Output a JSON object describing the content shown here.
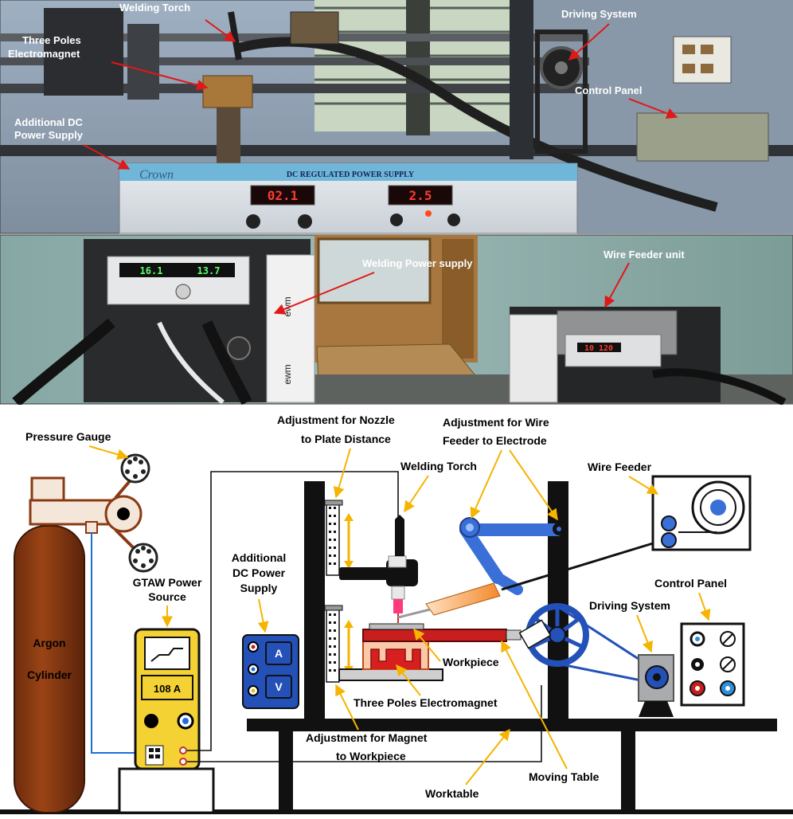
{
  "photo_top": {
    "labels": {
      "welding_torch": "Welding Torch",
      "three_poles_1": "Three Poles",
      "three_poles_2": "Electromagnet",
      "driving_system": "Driving System",
      "control_panel": "Control Panel",
      "dc_supply_1": "Additional DC",
      "dc_supply_2": "Power Supply"
    },
    "psu_brand": "Crown",
    "psu_title": "DC REGULATED POWER SUPPLY",
    "display_left": "02.1",
    "display_right": "2.5"
  },
  "photo_bottom": {
    "labels": {
      "welding_power_supply": "Welding Power supply",
      "wire_feeder_unit": "Wire Feeder unit"
    },
    "machine_display_a": "16.1",
    "machine_display_b": "13.7",
    "brand_vertical": "ewm",
    "feeder_display": "10 120"
  },
  "diagram": {
    "labels": {
      "pressure_gauge": "Pressure Gauge",
      "argon_1": "Argon",
      "argon_2": "Cylinder",
      "gtaw_1": "GTAW Power",
      "gtaw_2": "Source",
      "current_readout": "108 A",
      "add_dc_1": "Additional",
      "add_dc_2": "DC Power",
      "add_dc_3": "Supply",
      "meter_a": "A",
      "meter_v": "V",
      "adj_nozzle_1": "Adjustment for Nozzle",
      "adj_nozzle_2": "to Plate Distance",
      "welding_torch": "Welding Torch",
      "adj_wire_1": "Adjustment for Wire",
      "adj_wire_2": "Feeder to Electrode",
      "wire_feeder": "Wire Feeder",
      "control_panel": "Control Panel",
      "driving_system": "Driving System",
      "workpiece": "Workpiece",
      "three_poles": "Three Poles Electromagnet",
      "adj_magnet_1": "Adjustment for Magnet",
      "adj_magnet_2": "to Workpiece",
      "moving_table": "Moving Table",
      "worktable": "Worktable"
    },
    "colors": {
      "cylinder": "#8a3a12",
      "power_source": "#f5d233",
      "arm": "#3a6fd8",
      "arrow": "#f5b400",
      "bed": "#c81e1e",
      "magnet": "#e8451c"
    }
  }
}
